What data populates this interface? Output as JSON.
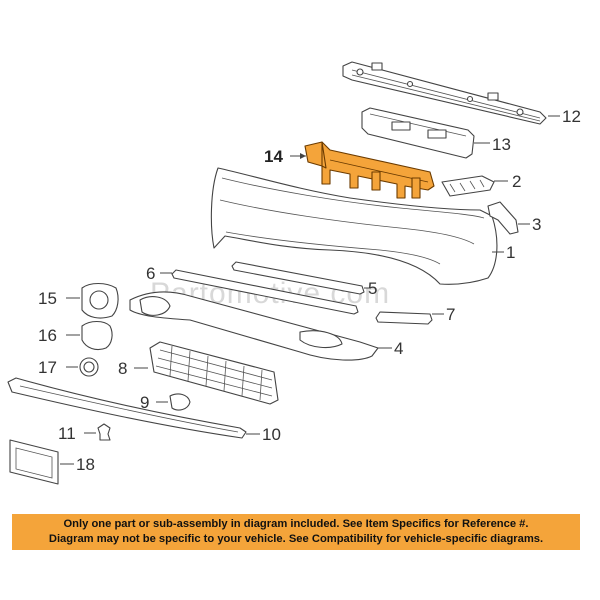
{
  "watermark": "Partomotive.com",
  "callouts": {
    "c1": "1",
    "c2": "2",
    "c3": "3",
    "c4": "4",
    "c5": "5",
    "c6": "6",
    "c7": "7",
    "c8": "8",
    "c9": "9",
    "c10": "10",
    "c11": "11",
    "c12": "12",
    "c13": "13",
    "c14": "14",
    "c15": "15",
    "c16": "16",
    "c17": "17",
    "c18": "18"
  },
  "highlighted_part": "14",
  "highlight_color": "#f4a43a",
  "notice": {
    "line1": "Only one part or sub-assembly in diagram included. See Item Specifics for Reference #.",
    "line2": "Diagram may not be specific to your vehicle. See Compatibility for vehicle-specific diagrams.",
    "background": "#f4a43a"
  }
}
